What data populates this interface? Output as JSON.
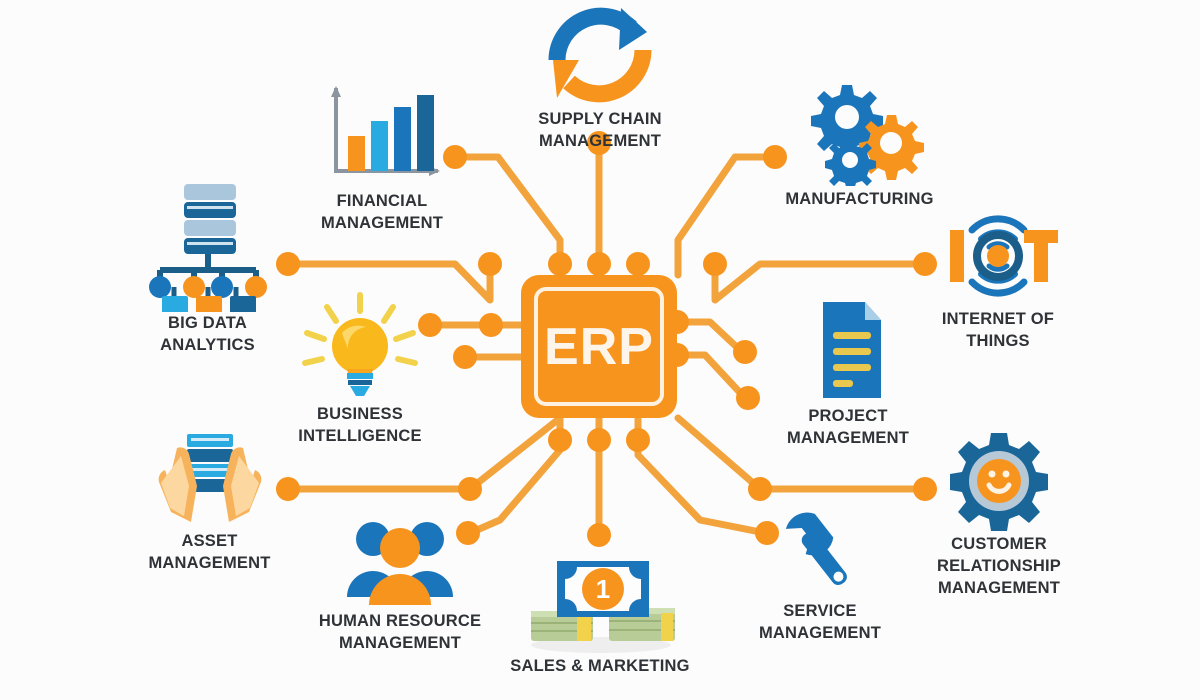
{
  "diagram": {
    "title": "ERP",
    "background_color": "#fcfcfc",
    "accent_orange": "#f7941e",
    "accent_blue": "#1b75bb",
    "label_color": "#2f3337",
    "center": {
      "label": "ERP",
      "icon": "microchip-icon"
    },
    "modules": [
      {
        "id": "big-data-analytics",
        "label": "BIG DATA\nANALYTICS",
        "icon": "database-hierarchy-icon",
        "position": "left-upper"
      },
      {
        "id": "financial-management",
        "label": "FINANCIAL\nMANAGEMENT",
        "icon": "bar-chart-icon",
        "position": "top-left"
      },
      {
        "id": "supply-chain-management",
        "label": "SUPPLY CHAIN\nMANAGEMENT",
        "icon": "cycle-arrows-icon",
        "position": "top-center"
      },
      {
        "id": "manufacturing",
        "label": "MANUFACTURING",
        "icon": "gears-icon",
        "position": "top-right"
      },
      {
        "id": "internet-of-things",
        "label": "INTERNET OF\nTHINGS",
        "icon": "iot-logo-icon",
        "position": "right-upper"
      },
      {
        "id": "project-management",
        "label": "PROJECT\nMANAGEMENT",
        "icon": "document-icon",
        "position": "right-middle"
      },
      {
        "id": "customer-relationship-management",
        "label": "CUSTOMER\nRELATIONSHIP\nMANAGEMENT",
        "icon": "gear-smiley-icon",
        "position": "right-lower"
      },
      {
        "id": "service-management",
        "label": "SERVICE\nMANAGEMENT",
        "icon": "wrench-icon",
        "position": "bottom-right"
      },
      {
        "id": "sales-and-marketing",
        "label": "SALES & MARKETING",
        "icon": "money-banknote-icon",
        "position": "bottom-center"
      },
      {
        "id": "human-resource-management",
        "label": "HUMAN RESOURCE\nMANAGEMENT",
        "icon": "people-group-icon",
        "position": "bottom-left"
      },
      {
        "id": "asset-management",
        "label": "ASSET\nMANAGEMENT",
        "icon": "hands-server-icon",
        "position": "left-lower"
      },
      {
        "id": "business-intelligence",
        "label": "BUSINESS\nINTELLIGENCE",
        "icon": "lightbulb-icon",
        "position": "left-middle"
      }
    ],
    "banknote_value": "1"
  }
}
